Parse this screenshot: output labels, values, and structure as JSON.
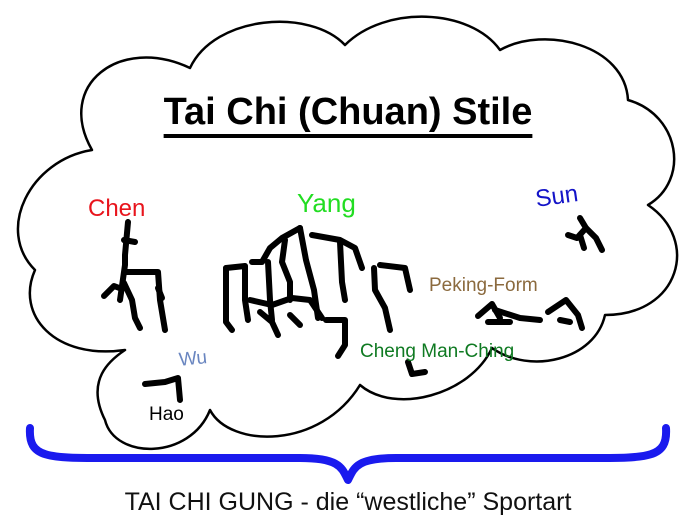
{
  "title": "Tai Chi (Chuan) Stile",
  "footer": "TAI CHI GUNG - die “westliche” Sportart",
  "styles": [
    {
      "id": "chen",
      "label": "Chen",
      "color": "#e8141c"
    },
    {
      "id": "yang",
      "label": "Yang",
      "color": "#22dd22"
    },
    {
      "id": "sun",
      "label": "Sun",
      "color": "#1414c8"
    },
    {
      "id": "peking",
      "label": "Peking-Form",
      "color": "#8b6a3e"
    },
    {
      "id": "cheng",
      "label": "Cheng Man-Ching",
      "color": "#0f7a22"
    },
    {
      "id": "wu",
      "label": "Wu",
      "color": "#6a86c0"
    },
    {
      "id": "hao",
      "label": "Hao",
      "color": "#000000"
    }
  ],
  "colors": {
    "brace": "#1a1aee",
    "outline": "#000000",
    "strokes": "#000000"
  }
}
